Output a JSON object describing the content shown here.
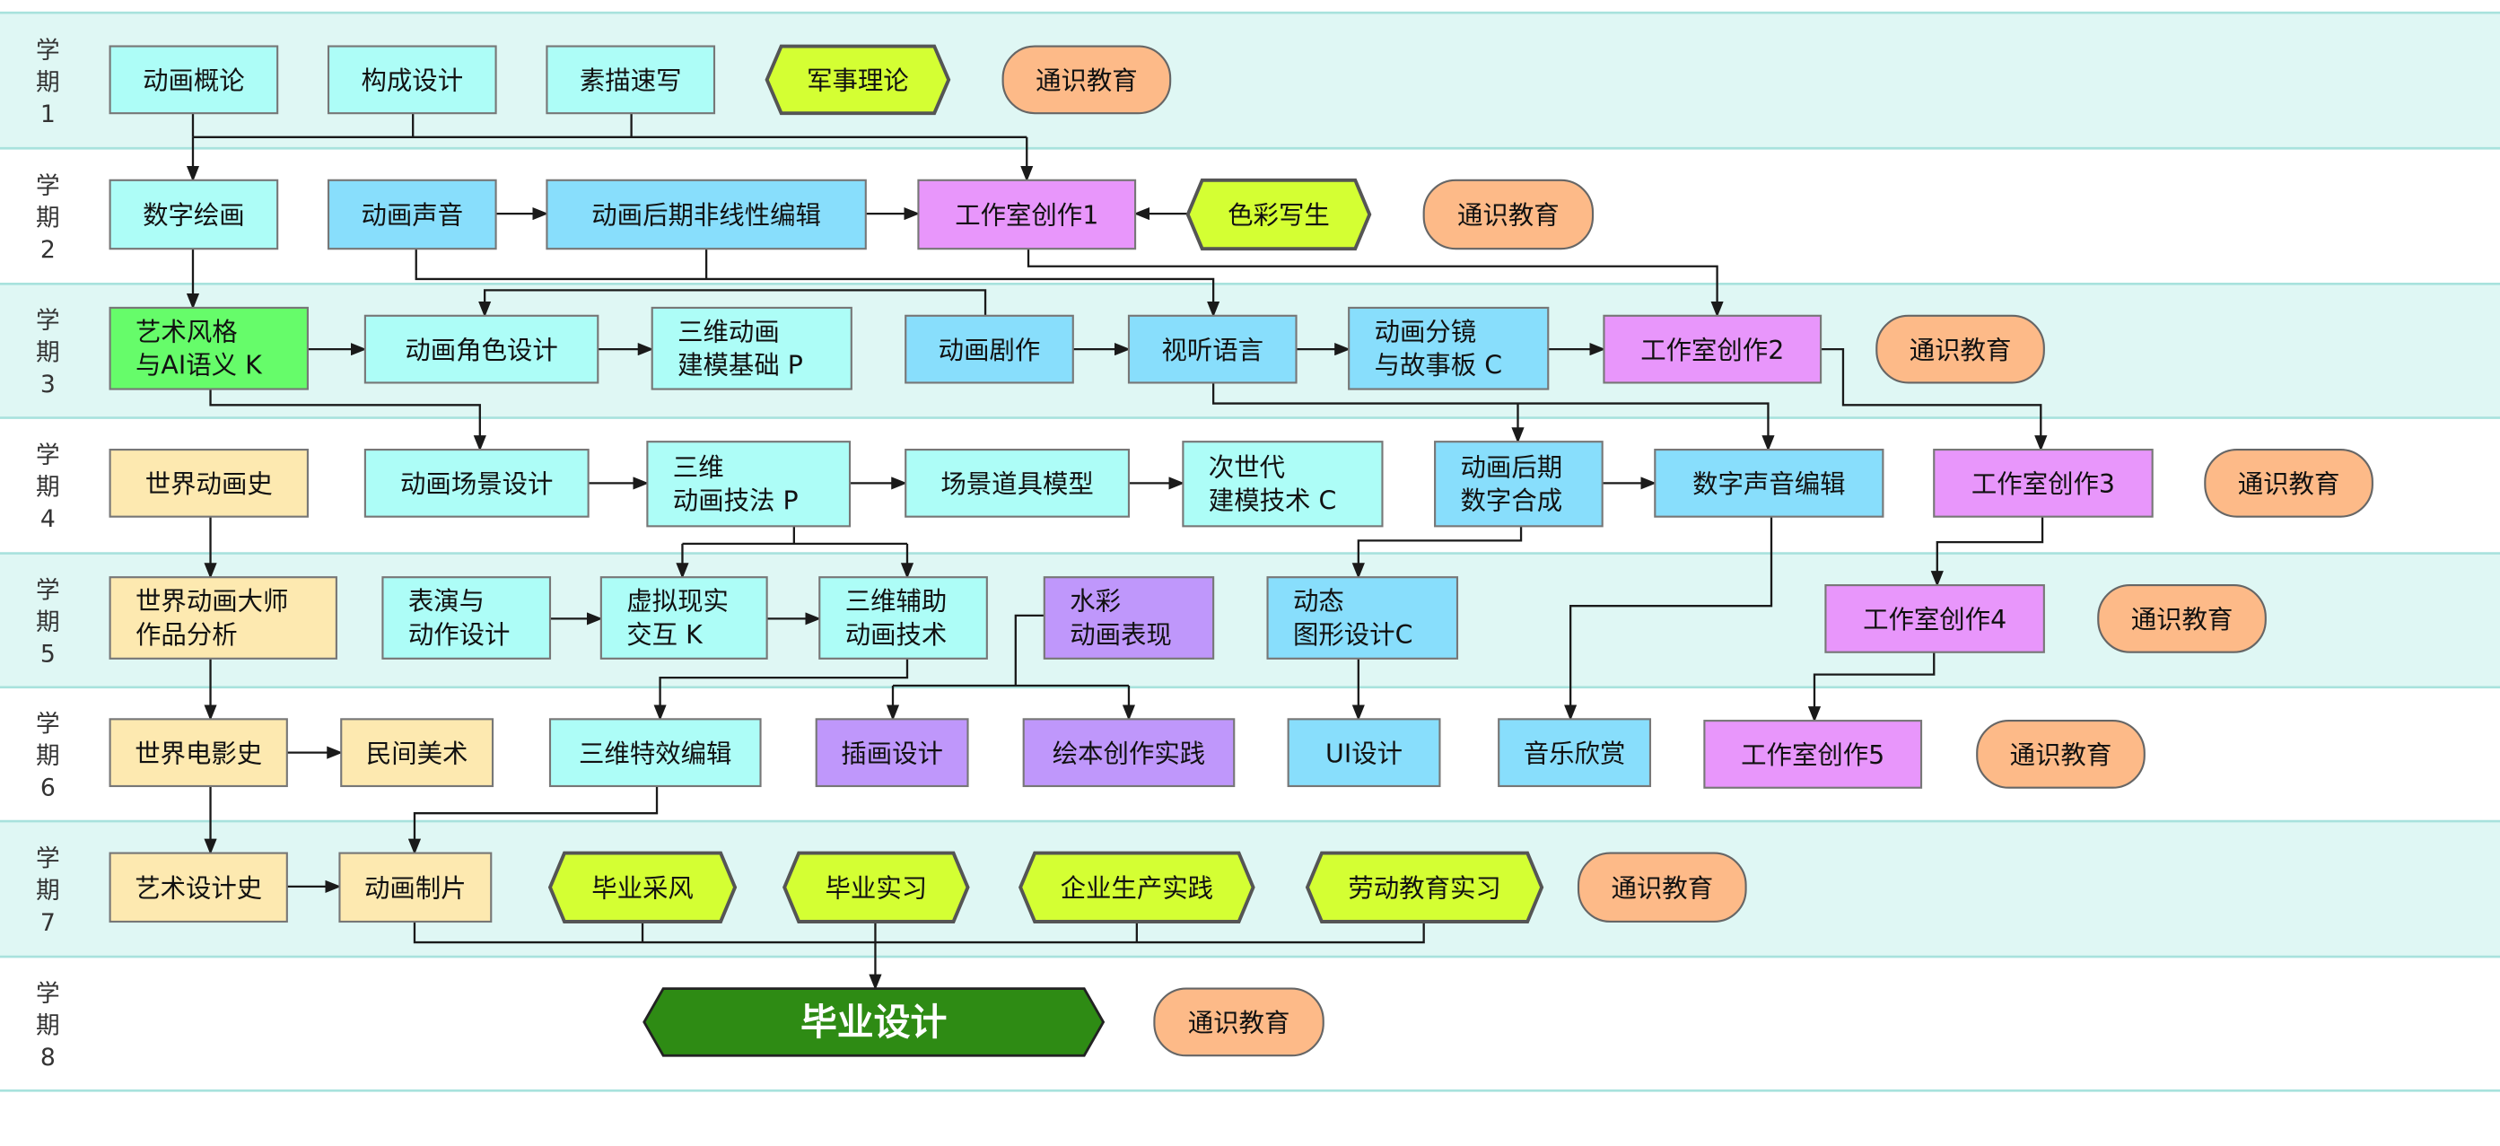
{
  "colors": {
    "band_tint": "#dff7f4",
    "band_line": "#a8e2dd",
    "cyan": "#adfdf7",
    "blue": "#88defc",
    "pink": "#e896fb",
    "purple": "#bf97fb",
    "tan": "#fde9b0",
    "green": "#66fc6a",
    "lime": "#d4ff33",
    "orange": "#fdba88",
    "darkgreen": "#2e8b14",
    "line": "#1a1a1a"
  },
  "rows": [
    {
      "chars": [
        "学",
        "期"
      ],
      "number": "1"
    },
    {
      "chars": [
        "学",
        "期"
      ],
      "number": "2"
    },
    {
      "chars": [
        "学",
        "期"
      ],
      "number": "3"
    },
    {
      "chars": [
        "学",
        "期"
      ],
      "number": "4"
    },
    {
      "chars": [
        "学",
        "期"
      ],
      "number": "5"
    },
    {
      "chars": [
        "学",
        "期"
      ],
      "number": "6"
    },
    {
      "chars": [
        "学",
        "期"
      ],
      "number": "7"
    },
    {
      "chars": [
        "学",
        "期"
      ],
      "number": "8"
    }
  ],
  "nodes": [
    {
      "id": "dhgl",
      "lines": [
        "动画概论"
      ],
      "style": "cyan",
      "shape": "rect"
    },
    {
      "id": "gcsj",
      "lines": [
        "构成设计"
      ],
      "style": "cyan",
      "shape": "rect"
    },
    {
      "id": "smsx",
      "lines": [
        "素描速写"
      ],
      "style": "cyan",
      "shape": "rect"
    },
    {
      "id": "jsll",
      "lines": [
        "军事理论"
      ],
      "style": "lime",
      "shape": "hex"
    },
    {
      "id": "ts1",
      "lines": [
        "通识教育"
      ],
      "style": "orange",
      "shape": "round"
    },
    {
      "id": "szhh",
      "lines": [
        "数字绘画"
      ],
      "style": "cyan",
      "shape": "rect"
    },
    {
      "id": "dhsy",
      "lines": [
        "动画声音"
      ],
      "style": "blue",
      "shape": "rect"
    },
    {
      "id": "dhhq",
      "lines": [
        "动画后期非线性编辑"
      ],
      "style": "blue",
      "shape": "rect"
    },
    {
      "id": "gzs1",
      "lines": [
        "工作室创作1"
      ],
      "style": "pink",
      "shape": "rect"
    },
    {
      "id": "scxs",
      "lines": [
        "色彩写生"
      ],
      "style": "lime",
      "shape": "hex"
    },
    {
      "id": "ts2",
      "lines": [
        "通识教育"
      ],
      "style": "orange",
      "shape": "round"
    },
    {
      "id": "ysfg",
      "lines": [
        "艺术风格",
        "与AI语义 K"
      ],
      "style": "green",
      "shape": "rect"
    },
    {
      "id": "jsjs",
      "lines": [
        "动画角色设计"
      ],
      "style": "cyan",
      "shape": "rect"
    },
    {
      "id": "swjm",
      "lines": [
        "三维动画",
        "建模基础 P"
      ],
      "style": "cyan",
      "shape": "rect"
    },
    {
      "id": "dhjz",
      "lines": [
        "动画剧作"
      ],
      "style": "blue",
      "shape": "rect"
    },
    {
      "id": "styy",
      "lines": [
        "视听语言"
      ],
      "style": "blue",
      "shape": "rect"
    },
    {
      "id": "dhfj",
      "lines": [
        "动画分镜",
        "与故事板 C"
      ],
      "style": "blue",
      "shape": "rect"
    },
    {
      "id": "gzs2",
      "lines": [
        "工作室创作2"
      ],
      "style": "pink",
      "shape": "rect"
    },
    {
      "id": "ts3",
      "lines": [
        "通识教育"
      ],
      "style": "orange",
      "shape": "round"
    },
    {
      "id": "sjdhs",
      "lines": [
        "世界动画史"
      ],
      "style": "tan",
      "shape": "rect"
    },
    {
      "id": "cjsj",
      "lines": [
        "动画场景设计"
      ],
      "style": "cyan",
      "shape": "rect"
    },
    {
      "id": "swjf",
      "lines": [
        "三维",
        "动画技法 P"
      ],
      "style": "cyan",
      "shape": "rect"
    },
    {
      "id": "cjdj",
      "lines": [
        "场景道具模型"
      ],
      "style": "cyan",
      "shape": "rect"
    },
    {
      "id": "csd",
      "lines": [
        "次世代",
        "建模技术 C"
      ],
      "style": "cyan",
      "shape": "rect"
    },
    {
      "id": "dhsz",
      "lines": [
        "动画后期",
        "数字合成"
      ],
      "style": "blue",
      "shape": "rect"
    },
    {
      "id": "szsy",
      "lines": [
        "数字声音编辑"
      ],
      "style": "blue",
      "shape": "rect"
    },
    {
      "id": "gzs3",
      "lines": [
        "工作室创作3"
      ],
      "style": "pink",
      "shape": "rect"
    },
    {
      "id": "ts4",
      "lines": [
        "通识教育"
      ],
      "style": "orange",
      "shape": "round"
    },
    {
      "id": "dsfx",
      "lines": [
        "世界动画大师",
        "作品分析"
      ],
      "style": "tan",
      "shape": "rect"
    },
    {
      "id": "bydz",
      "lines": [
        "表演与",
        "动作设计"
      ],
      "style": "cyan",
      "shape": "rect"
    },
    {
      "id": "xnxs",
      "lines": [
        "虚拟现实",
        "交互 K"
      ],
      "style": "cyan",
      "shape": "rect"
    },
    {
      "id": "swfz",
      "lines": [
        "三维辅助",
        "动画技术"
      ],
      "style": "cyan",
      "shape": "rect"
    },
    {
      "id": "scbx",
      "lines": [
        "水彩",
        "动画表现"
      ],
      "style": "purple",
      "shape": "rect"
    },
    {
      "id": "dttx",
      "lines": [
        "动态",
        "图形设计C"
      ],
      "style": "blue",
      "shape": "rect"
    },
    {
      "id": "gzs4",
      "lines": [
        "工作室创作4"
      ],
      "style": "pink",
      "shape": "rect"
    },
    {
      "id": "ts5",
      "lines": [
        "通识教育"
      ],
      "style": "orange",
      "shape": "round"
    },
    {
      "id": "sjdys",
      "lines": [
        "世界电影史"
      ],
      "style": "tan",
      "shape": "rect"
    },
    {
      "id": "mjms",
      "lines": [
        "民间美术"
      ],
      "style": "tan",
      "shape": "rect"
    },
    {
      "id": "swtx",
      "lines": [
        "三维特效编辑"
      ],
      "style": "cyan",
      "shape": "rect"
    },
    {
      "id": "chsj",
      "lines": [
        "插画设计"
      ],
      "style": "purple",
      "shape": "rect"
    },
    {
      "id": "hbcz",
      "lines": [
        "绘本创作实践"
      ],
      "style": "purple",
      "shape": "rect"
    },
    {
      "id": "uisj",
      "lines": [
        "UI设计"
      ],
      "style": "blue",
      "shape": "rect"
    },
    {
      "id": "yyxs",
      "lines": [
        "音乐欣赏"
      ],
      "style": "blue",
      "shape": "rect"
    },
    {
      "id": "gzs5",
      "lines": [
        "工作室创作5"
      ],
      "style": "pink",
      "shape": "rect"
    },
    {
      "id": "ts6",
      "lines": [
        "通识教育"
      ],
      "style": "orange",
      "shape": "round"
    },
    {
      "id": "yssjs",
      "lines": [
        "艺术设计史"
      ],
      "style": "tan",
      "shape": "rect"
    },
    {
      "id": "dhzp",
      "lines": [
        "动画制片"
      ],
      "style": "tan",
      "shape": "rect"
    },
    {
      "id": "bycf",
      "lines": [
        "毕业采风"
      ],
      "style": "lime",
      "shape": "hex"
    },
    {
      "id": "bysx",
      "lines": [
        "毕业实习"
      ],
      "style": "lime",
      "shape": "hex"
    },
    {
      "id": "qysc",
      "lines": [
        "企业生产实践"
      ],
      "style": "lime",
      "shape": "hex"
    },
    {
      "id": "ldjy",
      "lines": [
        "劳动教育实习"
      ],
      "style": "lime",
      "shape": "hex"
    },
    {
      "id": "ts7",
      "lines": [
        "通识教育"
      ],
      "style": "orange",
      "shape": "round"
    },
    {
      "id": "bysj",
      "lines": [
        "毕业设计"
      ],
      "style": "darkgreen",
      "shape": "bighex"
    },
    {
      "id": "ts8",
      "lines": [
        "通识教育"
      ],
      "style": "orange",
      "shape": "round"
    }
  ]
}
